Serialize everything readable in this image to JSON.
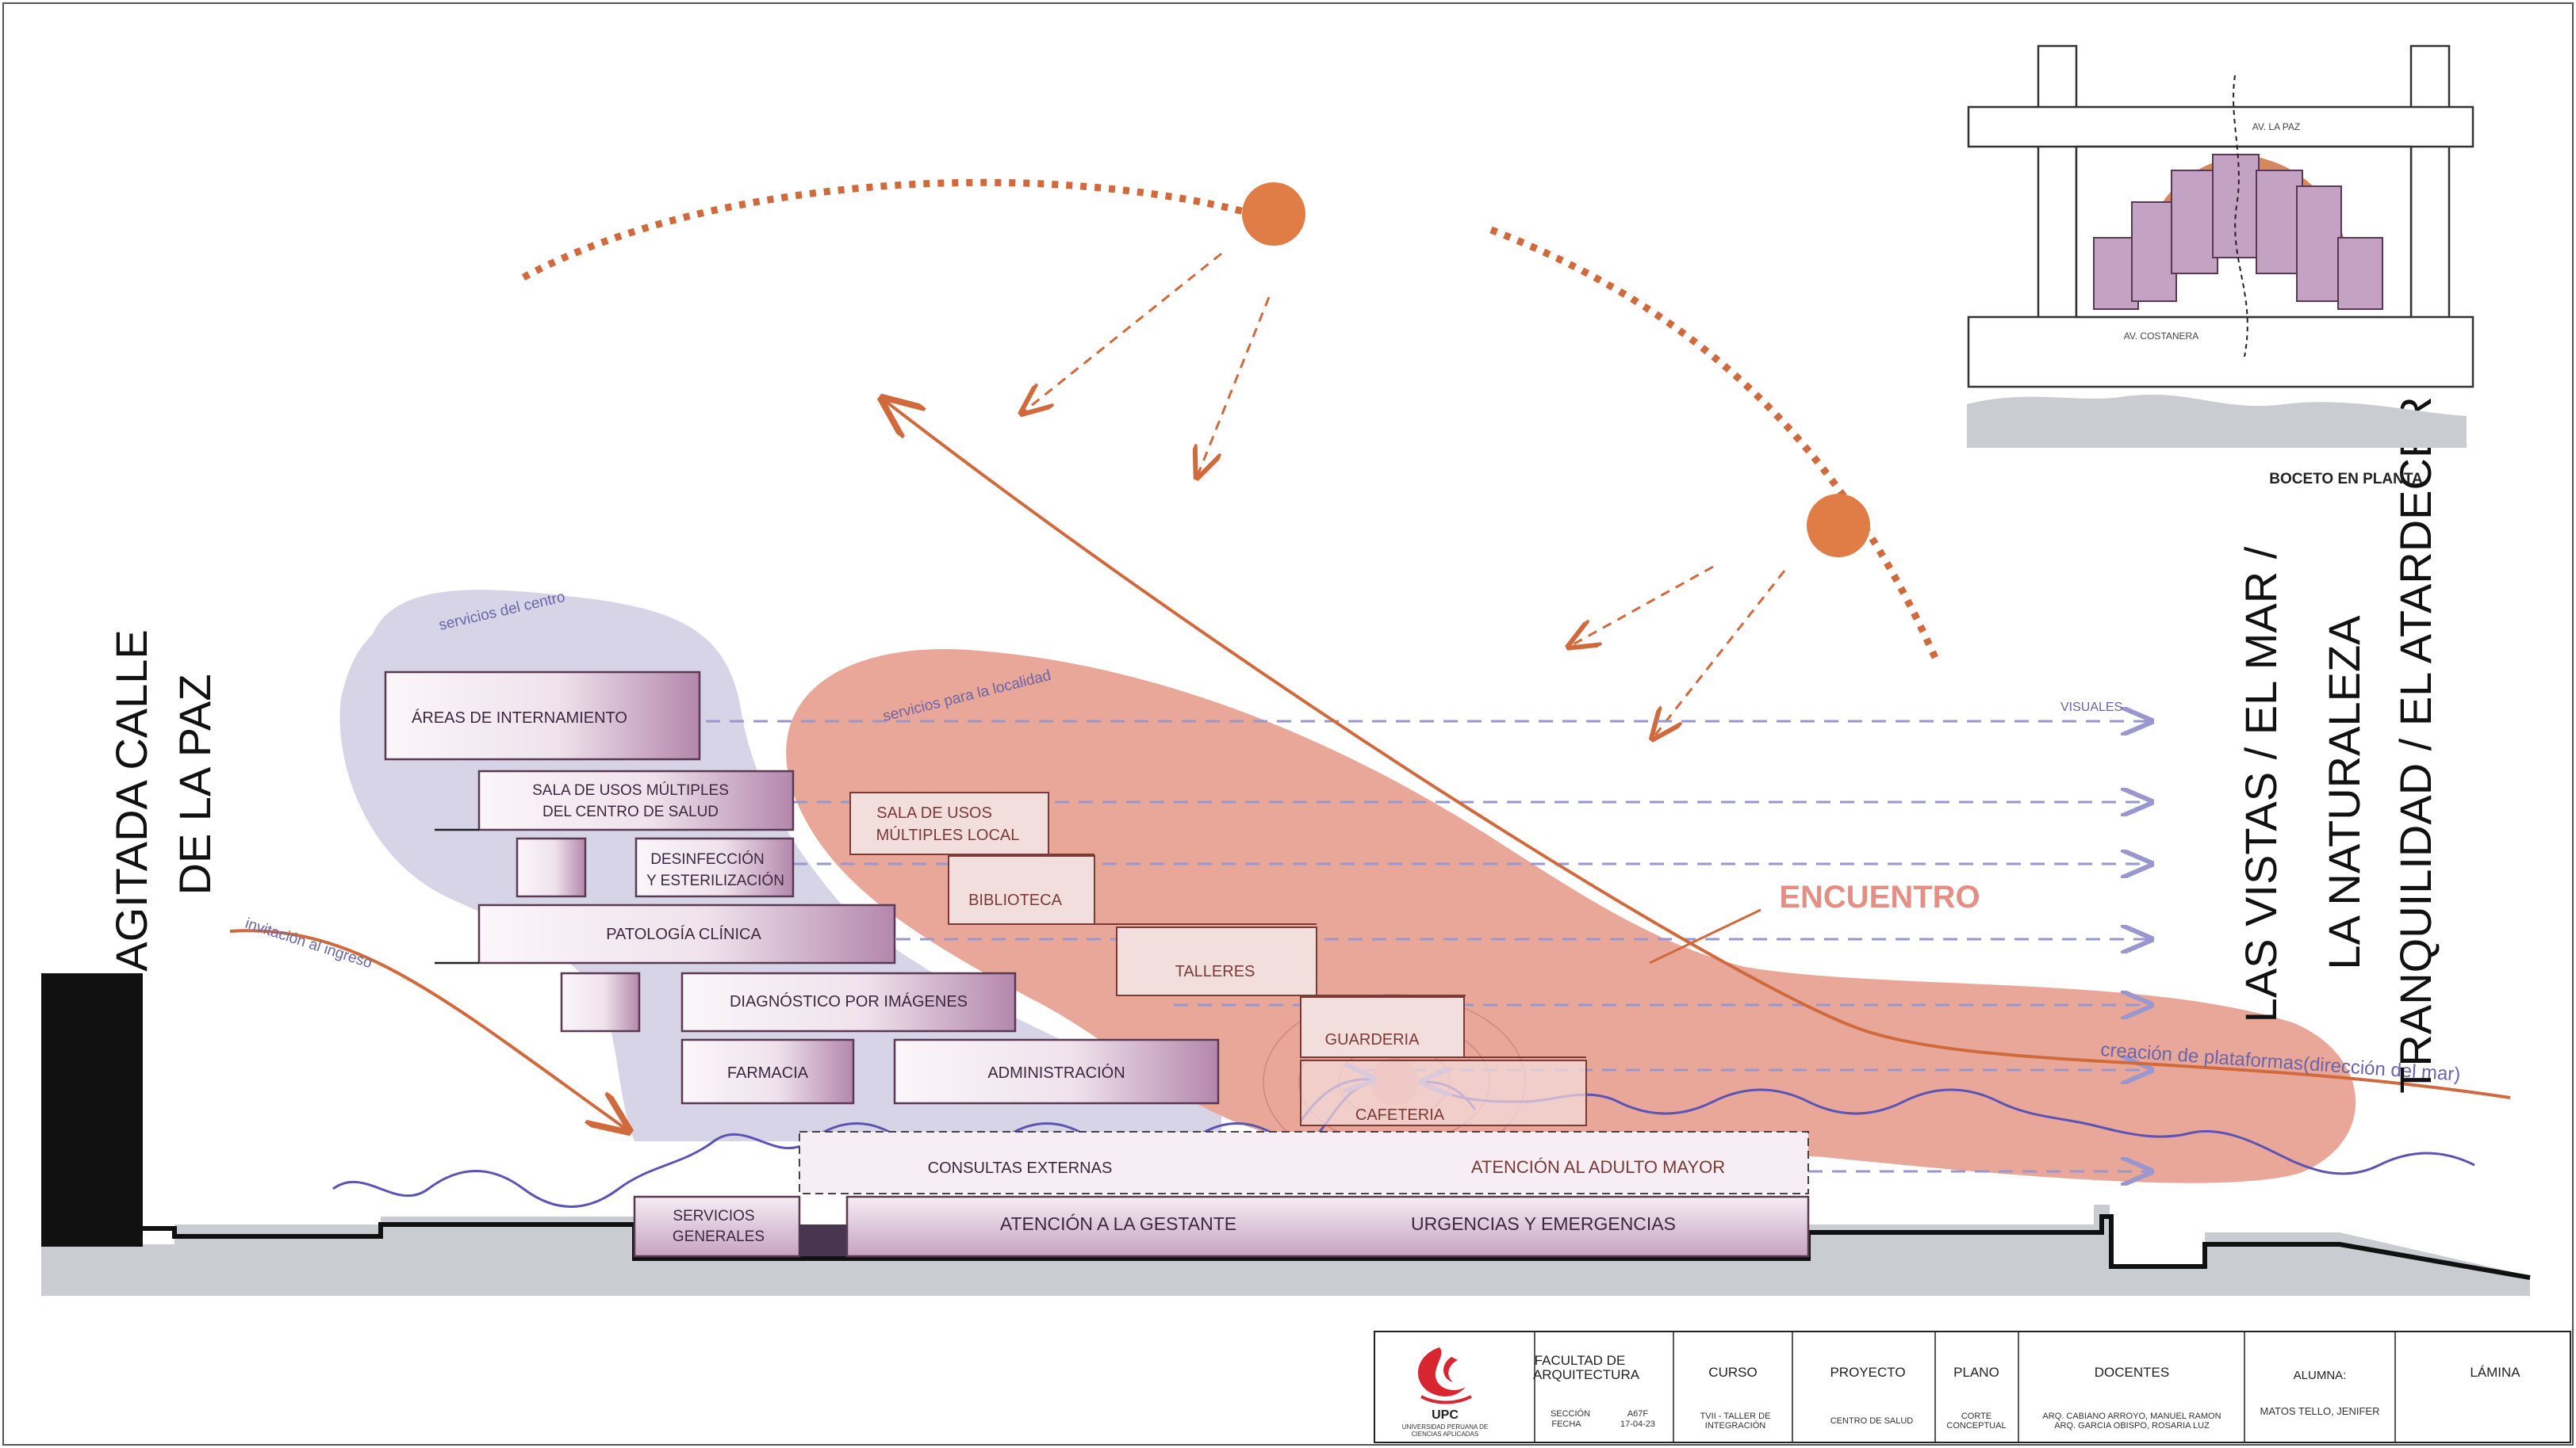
{
  "left_heading": {
    "line1": "AGITADA CALLE",
    "line2": "DE LA PAZ"
  },
  "right_heading": {
    "line1": "LAS VISTAS / EL MAR /",
    "line2": "LA NATURALEZA",
    "line3": "TRANQUILIDAD / EL ATARDECER"
  },
  "annotations": {
    "servicios_centro": "servicios del centro",
    "servicios_localidad": "servicios para la localidad",
    "visuales": "VISUALES",
    "invitacion": "invitación al ingreso",
    "creacion": "creación de plataformas(dirección del mar)",
    "encuentro": "ENCUENTRO"
  },
  "center_blocks": {
    "internamiento": "ÁREAS DE INTERNAMIENTO",
    "sum_centro_1": "SALA DE USOS MÚLTIPLES",
    "sum_centro_2": "DEL CENTRO DE SALUD",
    "desinfeccion_1": "DESINFECCIÓN",
    "desinfeccion_2": "Y ESTERILIZACIÓN",
    "patologia": "PATOLOGÍA CLÍNICA",
    "diagnostico": "DIAGNÓSTICO POR IMÁGENES",
    "farmacia": "FARMACIA",
    "administracion": "ADMINISTRACIÓN",
    "servicios_1": "SERVICIOS",
    "servicios_2": "GENERALES"
  },
  "local_blocks": {
    "sum_local_1": "SALA DE USOS",
    "sum_local_2": "MÚLTIPLES LOCAL",
    "biblioteca": "BIBLIOTECA",
    "talleres": "TALLERES",
    "guarderia": "GUARDERIA",
    "cafeteria": "CAFETERIA"
  },
  "ground_blocks": {
    "consultas": "CONSULTAS EXTERNAS",
    "adulto_mayor": "ATENCIÓN AL ADULTO MAYOR",
    "gestante": "ATENCIÓN A LA GESTANTE",
    "urgencias": "URGENCIAS Y EMERGENCIAS"
  },
  "inset": {
    "av_la_paz": "AV. LA PAZ",
    "av_costanera": "AV. COSTANERA",
    "caption": "BOCETO EN PLANTA"
  },
  "title_block": {
    "logo_text": "UPC",
    "logo_sub1": "UNIVERSIDAD PERUANA DE",
    "logo_sub2": "CIENCIAS APLICADAS",
    "facultad_1": "FACULTAD DE",
    "facultad_2": "ARQUITECTURA",
    "seccion_label": "SECCIÓN",
    "seccion_value": "A67F",
    "fecha_label": "FECHA",
    "fecha_value": "17-04-23",
    "curso_label": "CURSO",
    "curso_value_1": "TVII - TALLER DE",
    "curso_value_2": "INTEGRACIÓN",
    "proyecto_label": "PROYECTO",
    "proyecto_value": "CENTRO DE SALUD",
    "plano_label": "PLANO",
    "plano_value_1": "CORTE",
    "plano_value_2": "CONCEPTUAL",
    "docentes_label": "DOCENTES",
    "docentes_value_1": "ARQ. CABIANO ARROYO, MANUEL RAMON",
    "docentes_value_2": "ARQ. GARCIA OBISPO, ROSARIA LUZ",
    "alumna_label": "ALUMNA:",
    "alumna_value": "MATOS TELLO, JENIFER",
    "lamina_label": "LÁMINA"
  },
  "colors": {
    "purple_zone": "#d6d4e6",
    "salmon_zone": "#e9a79a",
    "sun": "#e07d46",
    "ground": "#c9cdd1",
    "wave": "#5b53b5"
  }
}
